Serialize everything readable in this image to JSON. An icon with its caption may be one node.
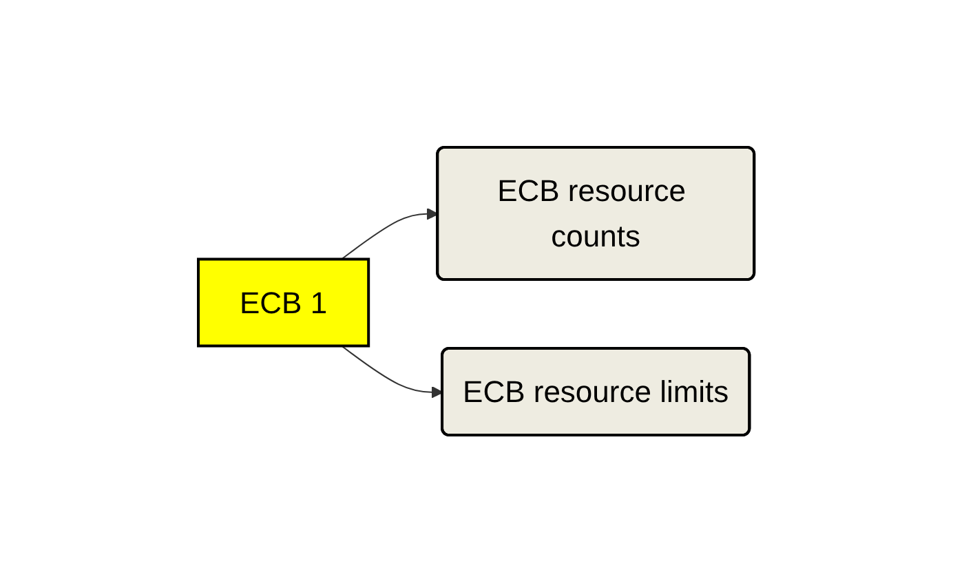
{
  "diagram": {
    "nodes": [
      {
        "text": [
          "ECB 1"
        ]
      },
      {
        "text": [
          "ECB resource counts"
        ]
      },
      {
        "text": [
          "ECB resource limits"
        ]
      }
    ],
    "edges": [
      {
        "from": 0,
        "to": 1,
        "arrow": "to"
      },
      {
        "from": 0,
        "to": 2,
        "arrow": "to"
      }
    ]
  }
}
